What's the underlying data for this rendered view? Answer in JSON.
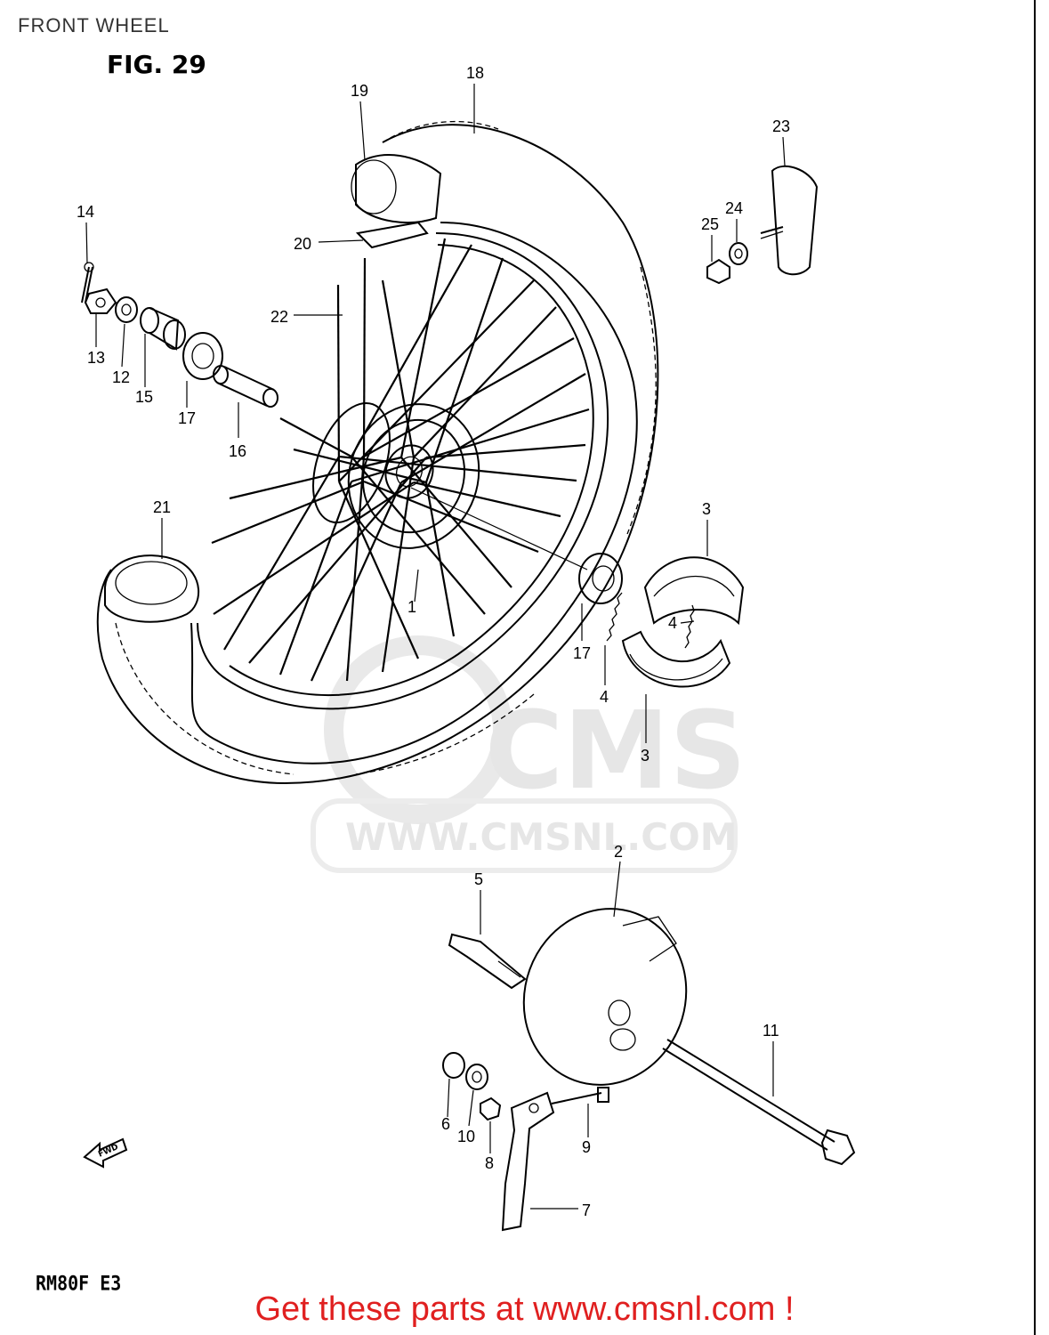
{
  "header": {
    "title": "FRONT WHEEL",
    "figure": "FIG. 29"
  },
  "footer": {
    "model_code": "RM80F E3",
    "link_text": "Get these parts at www.cmsnl.com !",
    "link_color": "#e02020"
  },
  "watermark": {
    "logo_text": "CMS",
    "url_text": "WWW.CMSNL.COM",
    "color": "#e6e6e6"
  },
  "diagram": {
    "direction_arrow": "FWD",
    "callouts": [
      {
        "id": "c1",
        "label": "1"
      },
      {
        "id": "c2",
        "label": "2"
      },
      {
        "id": "c3a",
        "label": "3"
      },
      {
        "id": "c3b",
        "label": "3"
      },
      {
        "id": "c4a",
        "label": "4"
      },
      {
        "id": "c4b",
        "label": "4"
      },
      {
        "id": "c5",
        "label": "5"
      },
      {
        "id": "c6",
        "label": "6"
      },
      {
        "id": "c7",
        "label": "7"
      },
      {
        "id": "c8",
        "label": "8"
      },
      {
        "id": "c9",
        "label": "9"
      },
      {
        "id": "c10",
        "label": "10"
      },
      {
        "id": "c11",
        "label": "11"
      },
      {
        "id": "c12",
        "label": "12"
      },
      {
        "id": "c13",
        "label": "13"
      },
      {
        "id": "c14",
        "label": "14"
      },
      {
        "id": "c15",
        "label": "15"
      },
      {
        "id": "c16",
        "label": "16"
      },
      {
        "id": "c17a",
        "label": "17"
      },
      {
        "id": "c17b",
        "label": "17"
      },
      {
        "id": "c18",
        "label": "18"
      },
      {
        "id": "c19",
        "label": "19"
      },
      {
        "id": "c20",
        "label": "20"
      },
      {
        "id": "c21",
        "label": "21"
      },
      {
        "id": "c22",
        "label": "22"
      },
      {
        "id": "c23",
        "label": "23"
      },
      {
        "id": "c24",
        "label": "24"
      },
      {
        "id": "c25",
        "label": "25"
      }
    ]
  }
}
